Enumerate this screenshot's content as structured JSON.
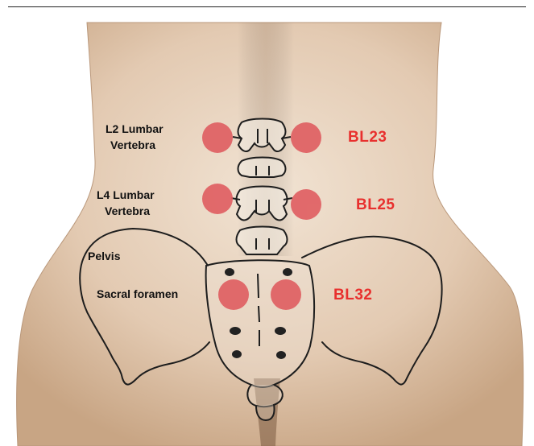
{
  "labels": {
    "l2_lumbar": [
      "L2 Lumbar",
      "Vertebra"
    ],
    "l4_lumbar": [
      "L4 Lumbar",
      "Vertebra"
    ],
    "pelvis": "Pelvis",
    "sacral_foramen": "Sacral foramen"
  },
  "points": {
    "bl23": "BL23",
    "bl25": "BL25",
    "bl32": "BL32"
  },
  "colors": {
    "skin_light": "#eddccb",
    "skin_mid": "#d9bda2",
    "skin_edge": "#b38e6d",
    "point_red": "#e8302e",
    "acupoint_fill": "#e06063",
    "bone_line": "#1d1d1d"
  }
}
